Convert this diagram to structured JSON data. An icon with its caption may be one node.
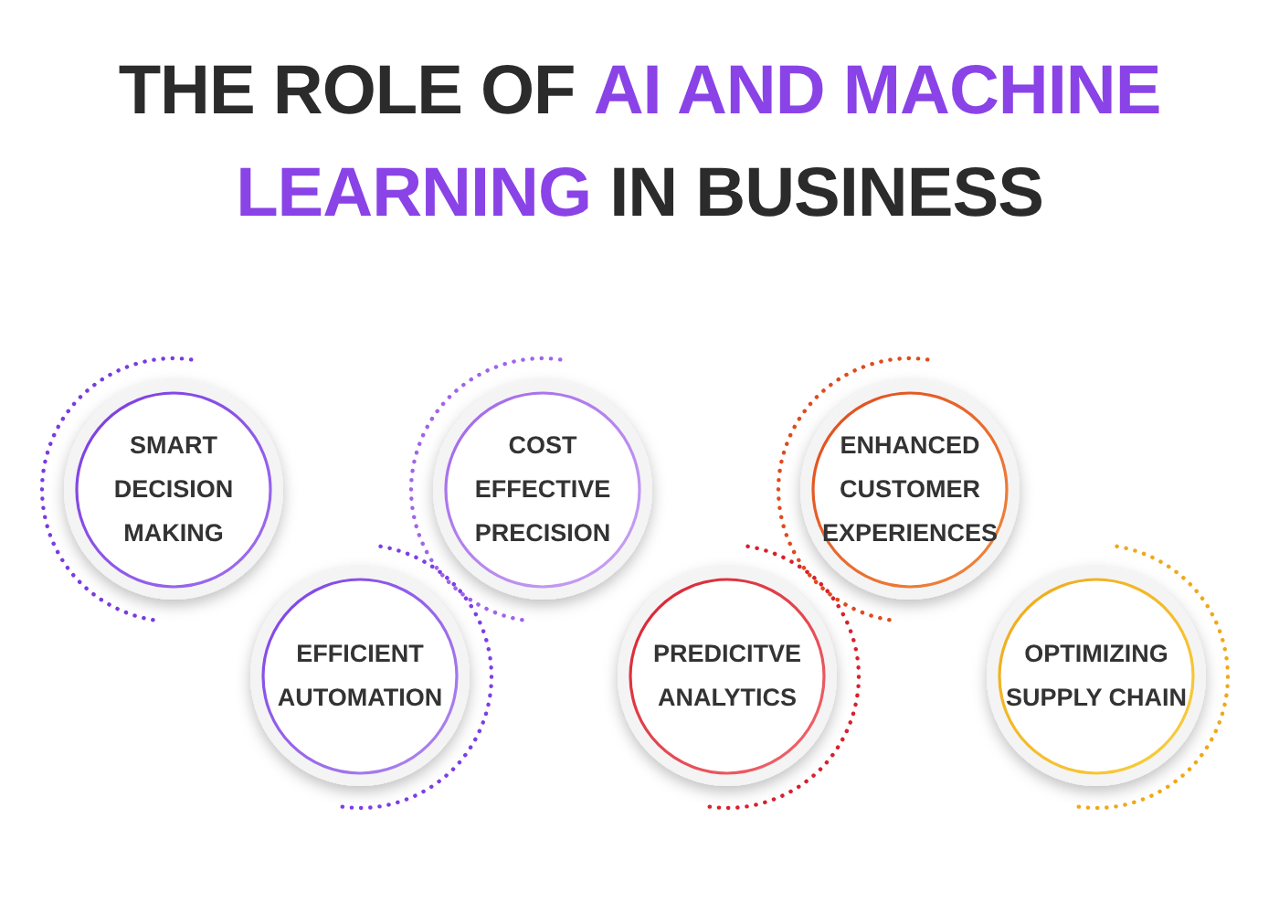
{
  "diagram": {
    "title": "THE ROLE OF **AI AND MACHINE LEARNING** IN BUSINESS",
    "nodes": [
      {
        "text": [
          "SMART DECISION MAKING"
        ]
      },
      {
        "text": [
          "EFFICIENT AUTOMATION"
        ]
      },
      {
        "text": [
          "COST EFFECTIVE PRECISION"
        ]
      },
      {
        "text": [
          "PREDICITVE ANALYTICS"
        ]
      },
      {
        "text": [
          "ENHANCED CUSTOMER EXPERIENCES"
        ]
      },
      {
        "text": [
          "OPTIMIZING SUPPLY CHAIN"
        ]
      }
    ]
  }
}
